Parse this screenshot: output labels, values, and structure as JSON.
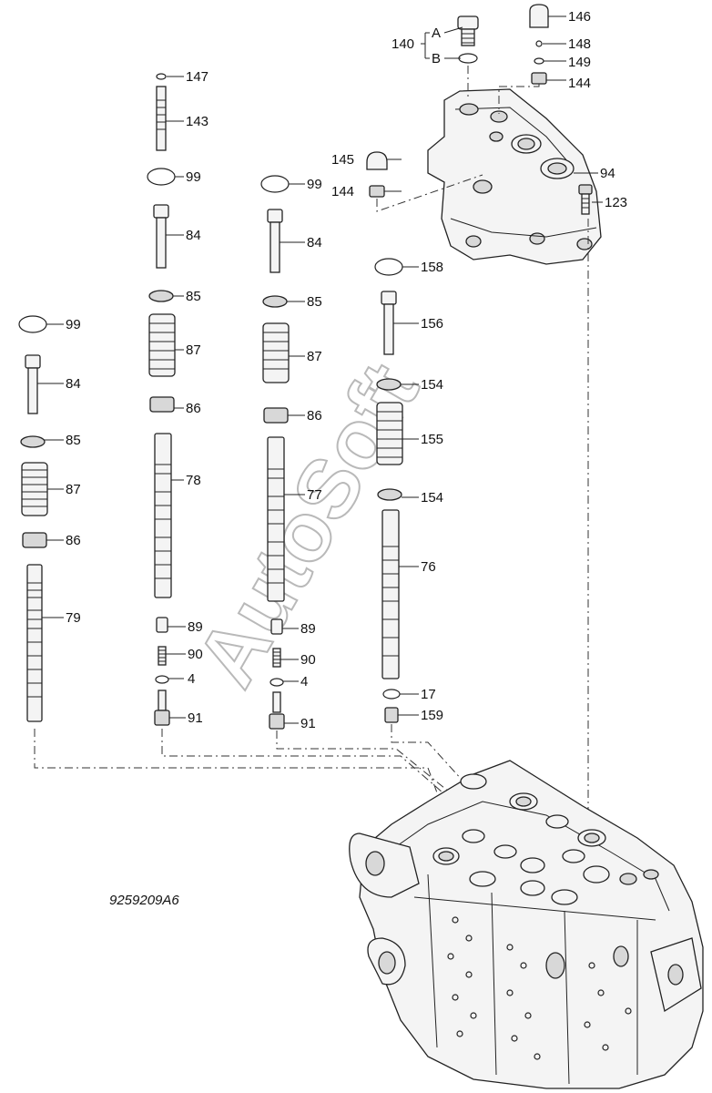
{
  "diagram": {
    "drawing_number": "9259209A6",
    "watermark": "AutoSoft",
    "labels": {
      "p146": "146",
      "p140": "140",
      "pA": "A",
      "pB": "B",
      "p148": "148",
      "p149": "149",
      "p144a": "144",
      "p147": "147",
      "p143": "143",
      "p99a": "99",
      "p99b": "99",
      "p145": "145",
      "p144b": "144",
      "p94": "94",
      "p123": "123",
      "p84a": "84",
      "p84b": "84",
      "p158": "158",
      "p85a": "85",
      "p85b": "85",
      "p156": "156",
      "p99c": "99",
      "p87a": "87",
      "p87b": "87",
      "p154a": "154",
      "p84c": "84",
      "p86a": "86",
      "p86b": "86",
      "p85c": "85",
      "p155": "155",
      "p78": "78",
      "p87c": "87",
      "p77": "77",
      "p154b": "154",
      "p86c": "86",
      "p76": "76",
      "p79": "79",
      "p89a": "89",
      "p89b": "89",
      "p90a": "90",
      "p90b": "90",
      "p4a": "4",
      "p4b": "4",
      "p17": "17",
      "p91a": "91",
      "p91b": "91",
      "p159": "159"
    }
  }
}
